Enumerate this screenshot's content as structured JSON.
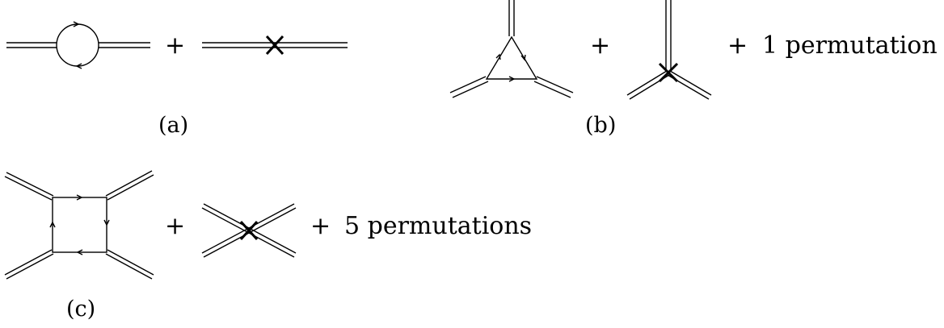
{
  "panels": {
    "a": {
      "label": "(a)",
      "plus": "+"
    },
    "b": {
      "label": "(b)",
      "plus_1": "+",
      "plus_2": "+",
      "permutation_text": "1 permutation"
    },
    "c": {
      "label": "(c)",
      "plus_1": "+",
      "plus_2": "+",
      "permutation_text": "5 permutations"
    }
  }
}
